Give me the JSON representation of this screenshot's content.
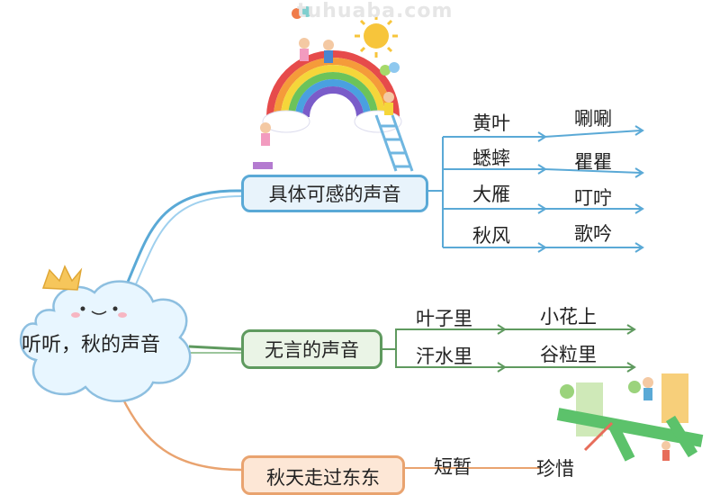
{
  "watermark": "tuhuaba.com",
  "colors": {
    "blue": "#5aa9d6",
    "green": "#5f9a5f",
    "orange": "#e9a36f",
    "cloud_fill": "#e8f6ff",
    "cloud_stroke": "#8dbfe0"
  },
  "root": {
    "label": "听听，秋的声音"
  },
  "branches": [
    {
      "label": "具体可感的声音",
      "items": [
        {
          "sound_source": "黄叶",
          "sound": "唰唰"
        },
        {
          "sound_source": "蟋蟀",
          "sound": "瞿瞿"
        },
        {
          "sound_source": "大雁",
          "sound": "叮咛"
        },
        {
          "sound_source": "秋风",
          "sound": "歌吟"
        }
      ]
    },
    {
      "label": "无言的声音",
      "items": [
        {
          "place": "叶子里",
          "place2": "小花上"
        },
        {
          "place": "汗水里",
          "place2": "谷粒里"
        }
      ]
    },
    {
      "label": "秋天走过东东",
      "items": [
        {
          "word1": "短暂",
          "word2": "珍惜"
        }
      ]
    }
  ],
  "illustrations": [
    "rainbow-kids-illustration",
    "playground-illustration",
    "crown-icon",
    "sun-icon",
    "balloon-icon"
  ]
}
